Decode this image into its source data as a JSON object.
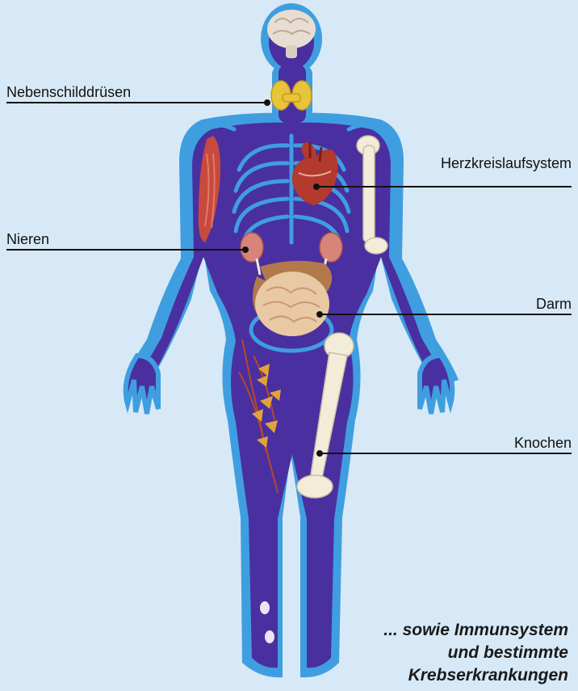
{
  "labels": {
    "parathyroid": "Nebenschilddrüsen",
    "cardiovascular": "Herzkreislaufsystem",
    "kidneys": "Nieren",
    "intestine": "Darm",
    "bones": "Knochen"
  },
  "footnote": {
    "line1": "... sowie Immunsystem",
    "line2": "und bestimmte",
    "line3": "Krebserkrankungen"
  },
  "colors": {
    "background": "#d7e9f6",
    "body_outer": "#3f9ee0",
    "body_inner": "#4a2fa0",
    "bone": "#f2ecd8",
    "thyroid": "#e8c43a",
    "heart": "#b23a2e",
    "kidney": "#d9847a",
    "intestine": "#e9c8a4",
    "muscle": "#c84a3c",
    "lymph": "#e2a23a"
  },
  "icons": [
    "brain-icon",
    "thyroid-icon",
    "heart-icon",
    "kidney-icon",
    "intestine-icon",
    "femur-icon",
    "humerus-icon",
    "muscle-icon",
    "lymph-icon"
  ]
}
